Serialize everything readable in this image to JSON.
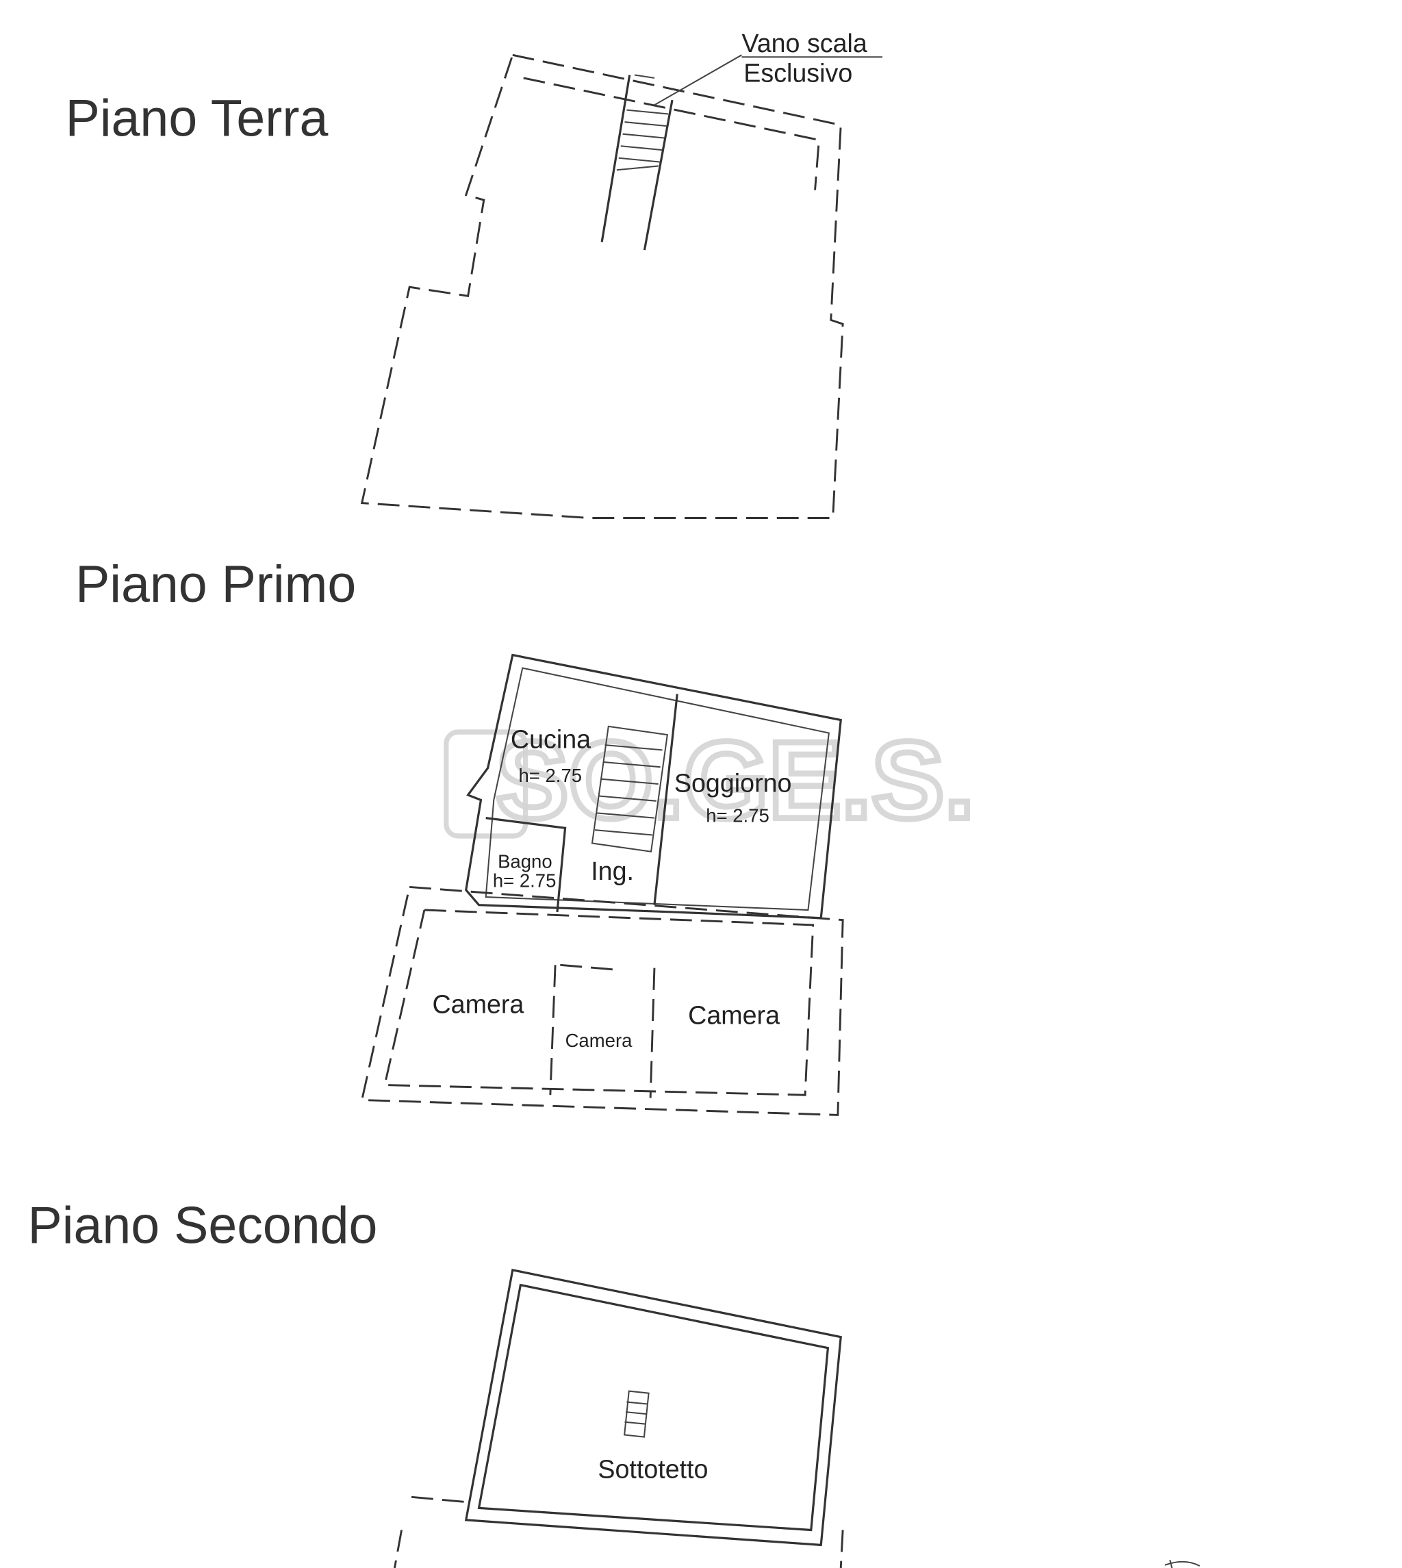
{
  "floors": {
    "ground": {
      "title": "Piano Terra",
      "stair_label_line1": "Vano scala",
      "stair_label_line2": "Esclusivo"
    },
    "first": {
      "title": "Piano Primo",
      "rooms": [
        {
          "name": "Cucina",
          "height": "h= 2.75"
        },
        {
          "name": "Soggiorno",
          "height": "h= 2.75"
        },
        {
          "name": "Bagno",
          "height": "h= 2.75"
        },
        {
          "name": "Ing."
        },
        {
          "name": "Camera"
        },
        {
          "name": "Camera"
        },
        {
          "name": "Camera"
        }
      ]
    },
    "second": {
      "title": "Piano Secondo",
      "rooms": [
        {
          "name": "Sottotetto"
        }
      ]
    }
  },
  "watermark": "SO.GE.S."
}
